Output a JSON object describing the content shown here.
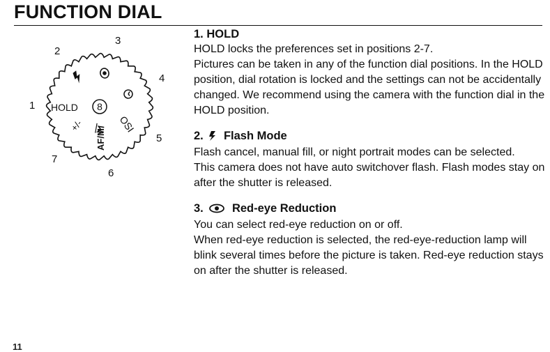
{
  "page": {
    "title": "FUNCTION DIAL",
    "page_number": "11"
  },
  "dial": {
    "position_numbers": [
      "1",
      "2",
      "3",
      "4",
      "5",
      "6",
      "7"
    ],
    "center_number": "8",
    "hold_label": "HOLD",
    "self_timer_label": "OSI",
    "af_mf_label": "AF/M",
    "exposure_comp_label": "+/-",
    "icons": [
      "flash-icon",
      "red-eye-icon",
      "self-timer-icon",
      "mf-icon"
    ]
  },
  "sections": [
    {
      "number": "1.",
      "title": "HOLD",
      "icon": null,
      "paragraphs": [
        "HOLD locks the preferences set in positions 2-7.",
        "Pictures can be taken in any of the function dial positions. In the HOLD position, dial rotation is locked and the settings can not be accidentally changed. We recommend using the camera with the function dial in the HOLD position."
      ]
    },
    {
      "number": "2.",
      "title": "Flash Mode",
      "icon": "flash-icon",
      "paragraphs": [
        "Flash cancel, manual fill, or night portrait modes can be selected.",
        "This camera does not have auto switchover flash. Flash modes stay on after the shutter is released."
      ]
    },
    {
      "number": "3.",
      "title": "Red-eye Reduction",
      "icon": "red-eye-icon",
      "paragraphs": [
        "You can select red-eye reduction on or off.",
        "When red-eye reduction is selected, the red-eye-reduction lamp will blink several times before the picture is taken. Red-eye reduction stays on after the shutter is released."
      ]
    }
  ]
}
